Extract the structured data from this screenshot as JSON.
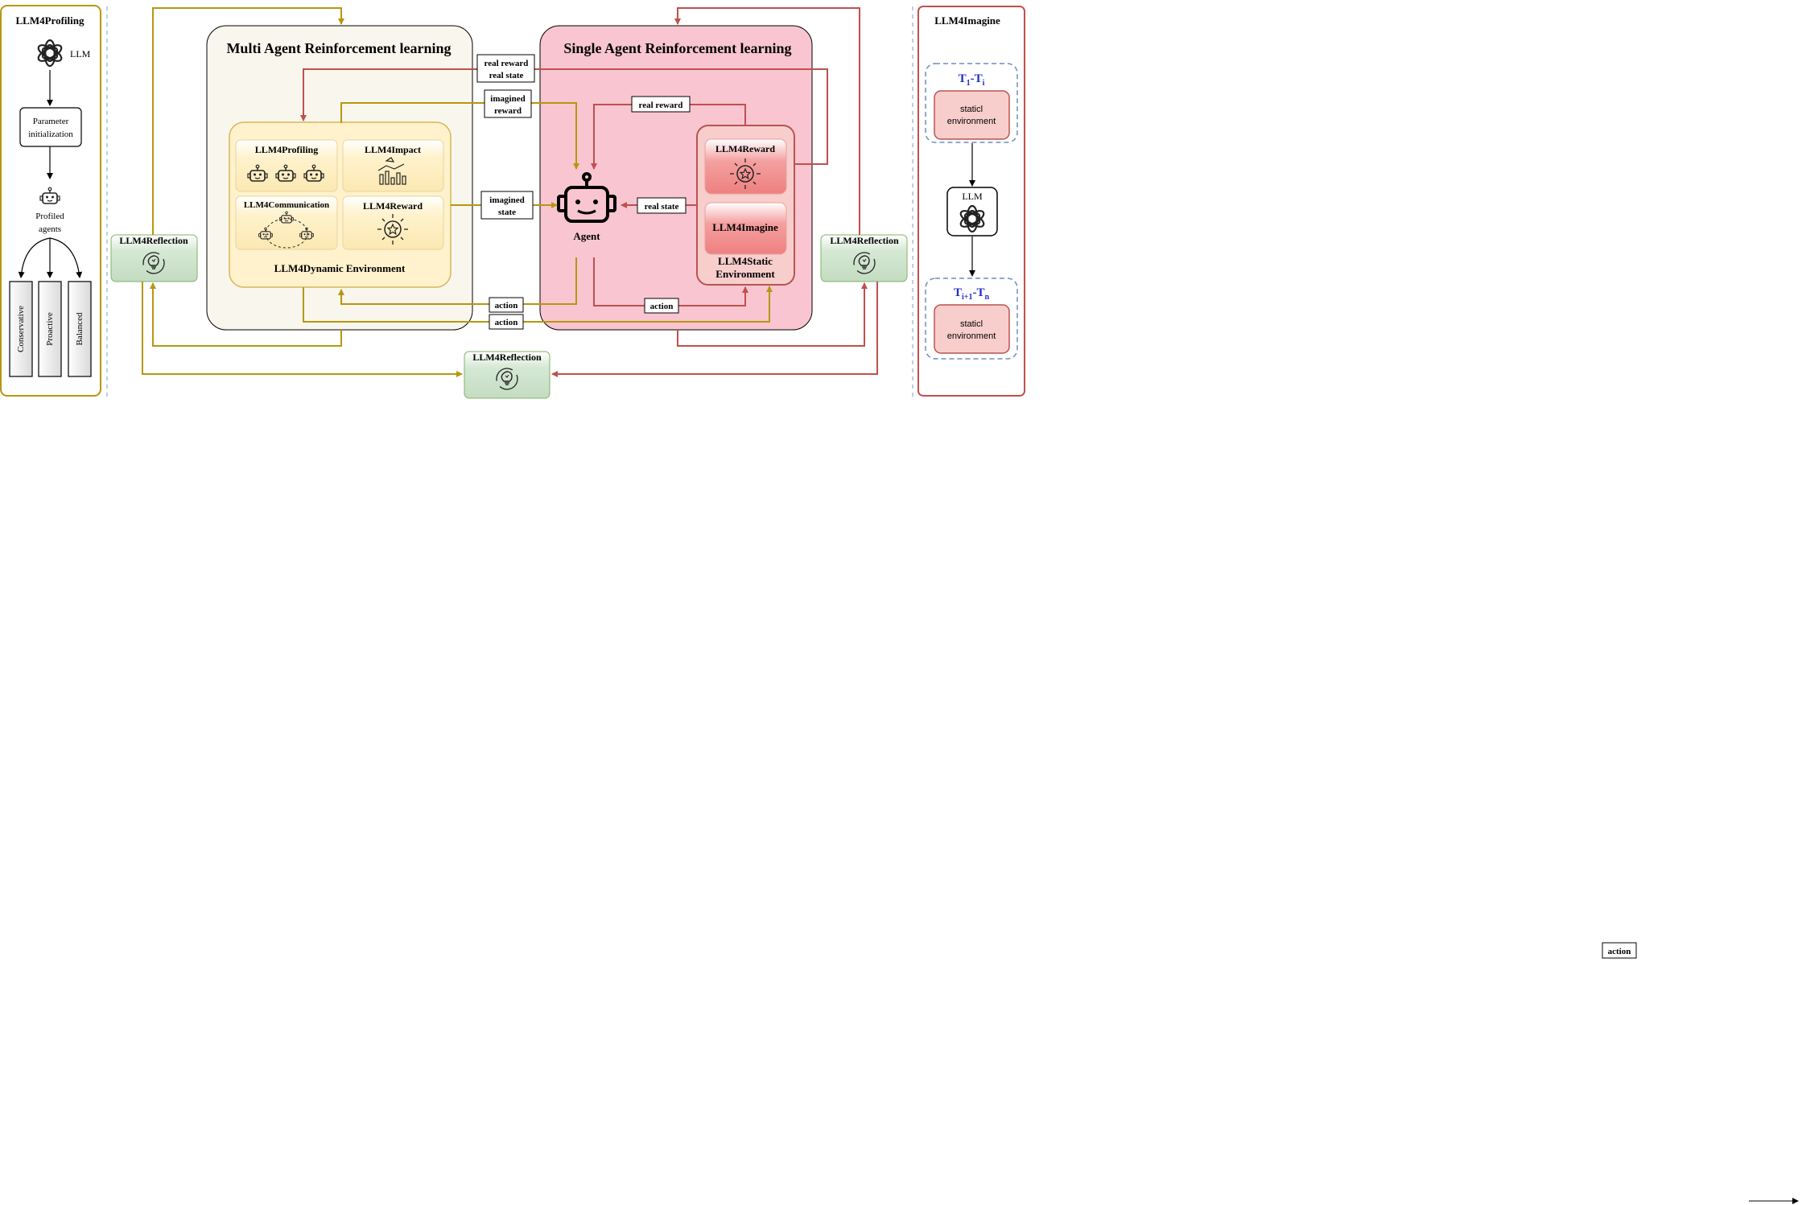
{
  "profiling": {
    "title": "LLM4Profiling",
    "llm_label": "LLM",
    "param_line1": "Parameter",
    "param_line2": "initialization",
    "profiled_line1": "Profiled",
    "profiled_line2": "agents",
    "bars": [
      "Conservative",
      "Proactive",
      "Balanced"
    ]
  },
  "marl": {
    "title": "Multi Agent Reinforcement learning",
    "dynamic_env_label": "LLM4Dynamic Environment",
    "cards": {
      "profiling": "LLM4Profiling",
      "impact": "LLM4Impact",
      "communication": "LLM4Communication",
      "reward": "LLM4Reward"
    }
  },
  "sarl": {
    "title": "Single Agent Reinforcement learning",
    "agent_label": "Agent",
    "static_env_line1": "LLM4Static",
    "static_env_line2": "Environment",
    "reward_card": "LLM4Reward",
    "imagine_card": "LLM4Imagine"
  },
  "edge_labels": {
    "real_reward": "real reward",
    "real_state": "real state",
    "imagined_line1": "imagined",
    "reward_word": "reward",
    "state_word": "state",
    "action": "action"
  },
  "reflection": {
    "label": "LLM4Reflection"
  },
  "imagine": {
    "title": "LLM4Imagine",
    "t_top": {
      "base": "T",
      "sub1": "1",
      "sep": "-",
      "sub2": "i"
    },
    "t_bottom": {
      "base": "T",
      "sub1": "i+1",
      "sep": "-",
      "sub2": "n"
    },
    "env_line1": "staticl",
    "env_line2": "environment",
    "llm_label": "LLM"
  },
  "colors": {
    "gold": "#b8960f",
    "red": "#c0504d",
    "green_fill": "#d5e8d4",
    "green_stroke": "#82b366",
    "marl_fill": "#f9f7ed",
    "sarl_fill": "#f8c5d1",
    "card_fill": "#fff2cc",
    "env_pink": "#f8cecc",
    "blue_dash": "#6c8ebf"
  }
}
